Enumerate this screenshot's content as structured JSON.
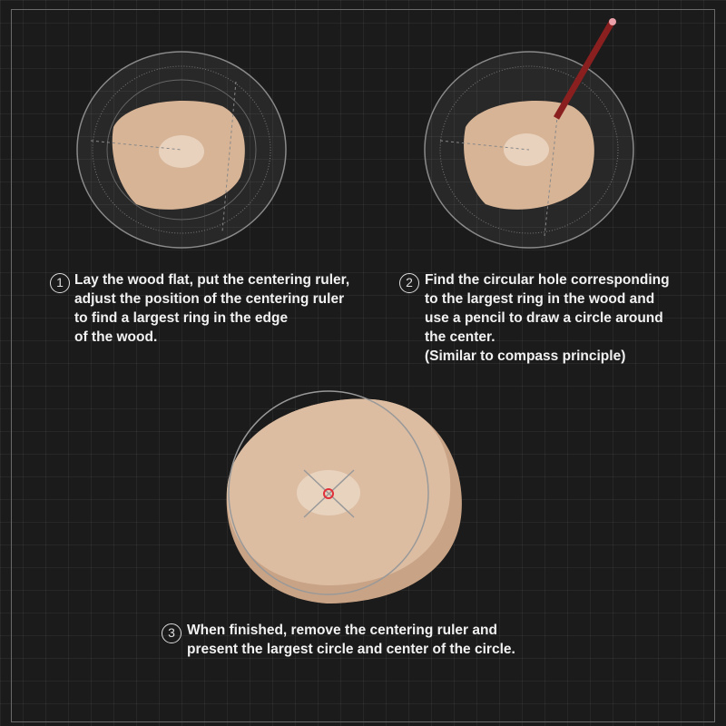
{
  "steps": [
    {
      "number": "1",
      "lines": [
        "Lay the wood flat, put the centering ruler,",
        "adjust the position of the centering ruler",
        "to find a largest ring in the edge",
        "of the wood."
      ]
    },
    {
      "number": "2",
      "lines": [
        "Find the circular hole corresponding",
        "to the largest ring in the wood and",
        "use a pencil to draw a circle around",
        "the center.",
        "(Similar to compass principle)"
      ]
    },
    {
      "number": "3",
      "lines": [
        "When finished, remove the centering ruler and",
        "present the largest circle and center of the circle."
      ]
    }
  ],
  "colors": {
    "wood": "#d9b79a",
    "ruler": "#9a9a9a",
    "center_mark": "#e0303a",
    "pencil": "#8a1f1f"
  }
}
